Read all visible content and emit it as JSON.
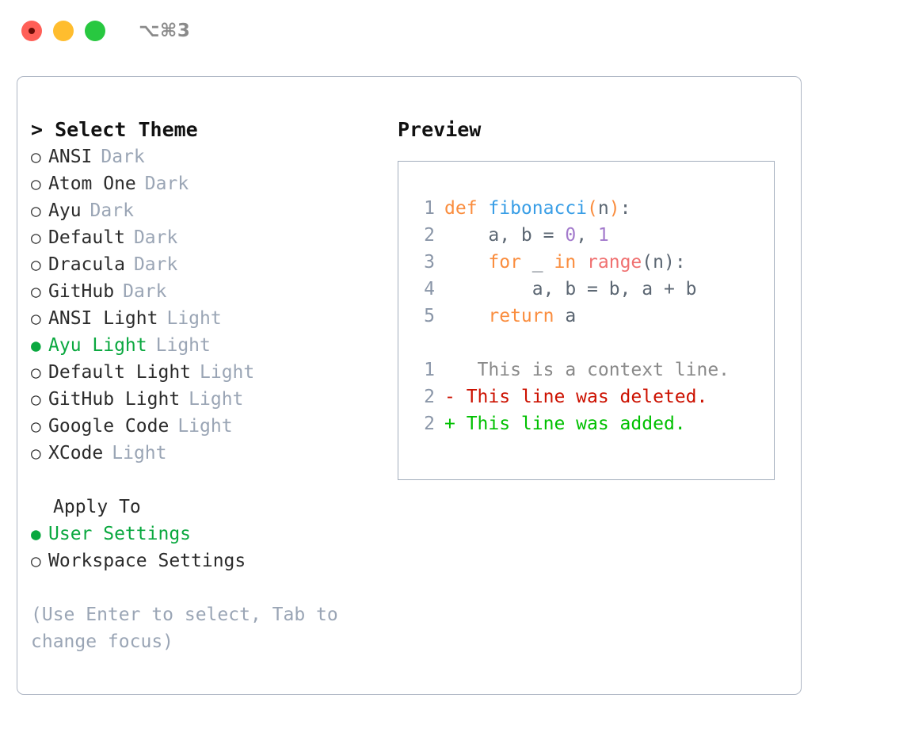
{
  "titlebar": {
    "shortcut": "⌥⌘3",
    "buttons": [
      {
        "name": "close",
        "color": "#ff5f57"
      },
      {
        "name": "minimize",
        "color": "#ffbd2e"
      },
      {
        "name": "maximize",
        "color": "#28c840"
      }
    ]
  },
  "theme_list": {
    "header": "> Select Theme",
    "bullet_unselected": "○",
    "bullet_selected": "●",
    "items": [
      {
        "name": "ANSI",
        "tag": "Dark",
        "selected": false
      },
      {
        "name": "Atom One",
        "tag": "Dark",
        "selected": false
      },
      {
        "name": "Ayu",
        "tag": "Dark",
        "selected": false
      },
      {
        "name": "Default",
        "tag": "Dark",
        "selected": false
      },
      {
        "name": "Dracula",
        "tag": "Dark",
        "selected": false
      },
      {
        "name": "GitHub",
        "tag": "Dark",
        "selected": false
      },
      {
        "name": "ANSI Light",
        "tag": "Light",
        "selected": false
      },
      {
        "name": "Ayu Light",
        "tag": "Light",
        "selected": true
      },
      {
        "name": "Default Light",
        "tag": "Light",
        "selected": false
      },
      {
        "name": "GitHub Light",
        "tag": "Light",
        "selected": false
      },
      {
        "name": "Google Code",
        "tag": "Light",
        "selected": false
      },
      {
        "name": "XCode",
        "tag": "Light",
        "selected": false
      }
    ]
  },
  "apply_to": {
    "title": "Apply To",
    "options": [
      {
        "label": "User Settings",
        "selected": true
      },
      {
        "label": "Workspace Settings",
        "selected": false
      }
    ]
  },
  "hint": "(Use Enter to select, Tab to change focus)",
  "preview": {
    "header": "Preview",
    "code_lines": [
      {
        "no": "1",
        "tokens": [
          {
            "t": "def ",
            "c": "kw"
          },
          {
            "t": "fibonacci",
            "c": "fn"
          },
          {
            "t": "(",
            "c": "kw"
          },
          {
            "t": "n",
            "c": "var"
          },
          {
            "t": ")",
            "c": "kw"
          },
          {
            "t": ":",
            "c": "pun"
          }
        ]
      },
      {
        "no": "2",
        "tokens": [
          {
            "t": "    a, b = ",
            "c": "var"
          },
          {
            "t": "0",
            "c": "num"
          },
          {
            "t": ", ",
            "c": "pun"
          },
          {
            "t": "1",
            "c": "num"
          }
        ]
      },
      {
        "no": "3",
        "tokens": [
          {
            "t": "    ",
            "c": "var"
          },
          {
            "t": "for",
            "c": "kw"
          },
          {
            "t": " _ ",
            "c": "var"
          },
          {
            "t": "in",
            "c": "kw"
          },
          {
            "t": " ",
            "c": "var"
          },
          {
            "t": "range",
            "c": "fnc"
          },
          {
            "t": "(n):",
            "c": "pun"
          }
        ]
      },
      {
        "no": "4",
        "tokens": [
          {
            "t": "        a, b = b, a + b",
            "c": "var"
          }
        ]
      },
      {
        "no": "5",
        "tokens": [
          {
            "t": "    ",
            "c": "var"
          },
          {
            "t": "return",
            "c": "kw"
          },
          {
            "t": " a",
            "c": "var"
          }
        ]
      }
    ],
    "diff_lines": [
      {
        "no": "1",
        "marker": " ",
        "text": "  This is a context line.",
        "kind": "ctx"
      },
      {
        "no": "2",
        "marker": "-",
        "text": " This line was deleted.",
        "kind": "del"
      },
      {
        "no": "2",
        "marker": "+",
        "text": " This line was added.",
        "kind": "add"
      }
    ]
  },
  "colors": {
    "selected_green": "#0aa83f",
    "tag_grey": "#9aa5b5",
    "keyword_orange": "#fa8d3e",
    "function_blue": "#399ee6",
    "number_purple": "#a37acc",
    "builtin_red": "#f07171",
    "diff_deleted": "#cc1100",
    "diff_added": "#00c000",
    "border": "#aeb6c4"
  }
}
